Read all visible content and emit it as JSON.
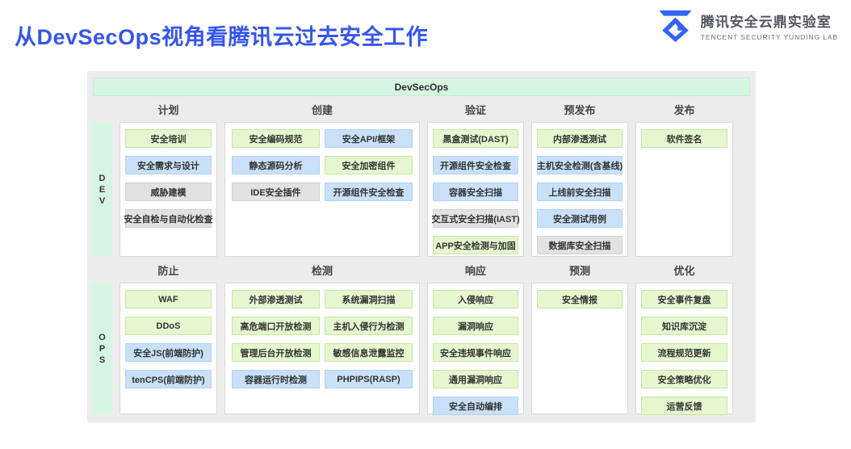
{
  "page": {
    "title": "从DevSecOps视角看腾讯云过去安全工作",
    "logo": {
      "name": "腾讯安全云鼎实验室",
      "subtitle": "TENCENT SECURITY YUNDING LAB"
    }
  },
  "banner": "DevSecOps",
  "colors": {
    "title": "#3556eb",
    "logo_blue": "#3563f0",
    "banner_bg": "#d7f6e1",
    "status_green": "#e4f7cf",
    "status_blue": "#c8e1f8",
    "status_gray": "#e2e2e2",
    "diagram_bg": "#ececec"
  },
  "sections": [
    {
      "side_label": "DEV",
      "columns": [
        {
          "header": "计划",
          "wide": false,
          "items": [
            {
              "label": "安全培训",
              "status": "green"
            },
            {
              "label": "安全需求与设计",
              "status": "blue"
            },
            {
              "label": "威胁建模",
              "status": "gray"
            },
            {
              "label": "安全自检与自动化检查",
              "status": "gray"
            }
          ]
        },
        {
          "header": "创建",
          "wide": true,
          "items": [
            {
              "label": "安全编码规范",
              "status": "green"
            },
            {
              "label": "安全API/框架",
              "status": "blue"
            },
            {
              "label": "静态源码分析",
              "status": "blue"
            },
            {
              "label": "安全加密组件",
              "status": "green"
            },
            {
              "label": "IDE安全插件",
              "status": "gray"
            },
            {
              "label": "开源组件安全检查",
              "status": "blue"
            }
          ]
        },
        {
          "header": "验证",
          "wide": false,
          "items": [
            {
              "label": "黑盒测试(DAST)",
              "status": "green"
            },
            {
              "label": "开源组件安全检查",
              "status": "blue"
            },
            {
              "label": "容器安全扫描",
              "status": "blue"
            },
            {
              "label": "交互式安全扫描(IAST)",
              "status": "gray"
            },
            {
              "label": "APP安全检测与加固",
              "status": "green"
            }
          ]
        },
        {
          "header": "预发布",
          "wide": false,
          "items": [
            {
              "label": "内部渗透测试",
              "status": "green"
            },
            {
              "label": "主机安全检测(含基线)",
              "status": "blue"
            },
            {
              "label": "上线前安全扫描",
              "status": "blue"
            },
            {
              "label": "安全测试用例",
              "status": "blue"
            },
            {
              "label": "数据库安全扫描",
              "status": "gray"
            }
          ]
        },
        {
          "header": "发布",
          "wide": false,
          "items": [
            {
              "label": "软件签名",
              "status": "green"
            }
          ]
        }
      ]
    },
    {
      "side_label": "OPS",
      "columns": [
        {
          "header": "防止",
          "wide": false,
          "items": [
            {
              "label": "WAF",
              "status": "green"
            },
            {
              "label": "DDoS",
              "status": "green"
            },
            {
              "label": "安全JS(前端防护)",
              "status": "blue"
            },
            {
              "label": "tenCPS(前端防护)",
              "status": "blue"
            }
          ]
        },
        {
          "header": "检测",
          "wide": true,
          "items": [
            {
              "label": "外部渗透测试",
              "status": "green"
            },
            {
              "label": "系统漏洞扫描",
              "status": "green"
            },
            {
              "label": "高危端口开放检测",
              "status": "green"
            },
            {
              "label": "主机入侵行为检测",
              "status": "green"
            },
            {
              "label": "管理后台开放检测",
              "status": "green"
            },
            {
              "label": "敏感信息泄露监控",
              "status": "green"
            },
            {
              "label": "容器运行时检测",
              "status": "blue"
            },
            {
              "label": "PHPIPS(RASP)",
              "status": "blue"
            }
          ]
        },
        {
          "header": "响应",
          "wide": false,
          "items": [
            {
              "label": "入侵响应",
              "status": "green"
            },
            {
              "label": "漏洞响应",
              "status": "green"
            },
            {
              "label": "安全违规事件响应",
              "status": "green"
            },
            {
              "label": "通用漏洞响应",
              "status": "green"
            },
            {
              "label": "安全自动编排",
              "status": "blue"
            }
          ]
        },
        {
          "header": "预测",
          "wide": false,
          "items": [
            {
              "label": "安全情报",
              "status": "green"
            }
          ]
        },
        {
          "header": "优化",
          "wide": false,
          "items": [
            {
              "label": "安全事件复盘",
              "status": "green"
            },
            {
              "label": "知识库沉淀",
              "status": "green"
            },
            {
              "label": "流程规范更新",
              "status": "green"
            },
            {
              "label": "安全策略优化",
              "status": "green"
            },
            {
              "label": "运营反馈",
              "status": "green"
            }
          ]
        }
      ]
    }
  ]
}
